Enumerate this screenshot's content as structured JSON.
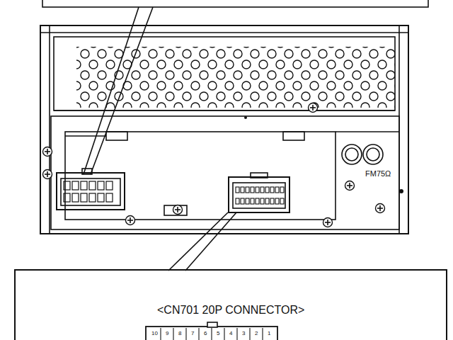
{
  "diagram": {
    "nodes": [
      {
        "text": [
          "<CN701 20P CONNECTOR>"
        ]
      }
    ],
    "labels": [
      "FM75Ω",
      "10",
      "9",
      "8",
      "7",
      "6",
      "5",
      "4",
      "3",
      "2",
      "1"
    ]
  }
}
